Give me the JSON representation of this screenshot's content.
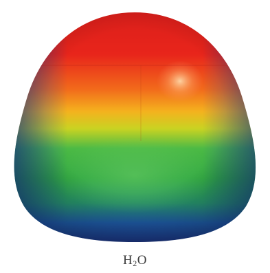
{
  "caption": {
    "element": "H",
    "subscript": "2",
    "element2": "O"
  },
  "colors": {
    "top": "#e41f1c",
    "upper": "#f25a1a",
    "middle_orange": "#f5a21c",
    "middle_yellow": "#dfd21e",
    "middle_green": "#3ab54a",
    "lower_green": "#2a9d3e",
    "lower_teal": "#1f8ea6",
    "bottom_blue": "#1c3f9a",
    "bottom_dark": "#1c2a70",
    "caption_text": "#3a3a3a"
  }
}
